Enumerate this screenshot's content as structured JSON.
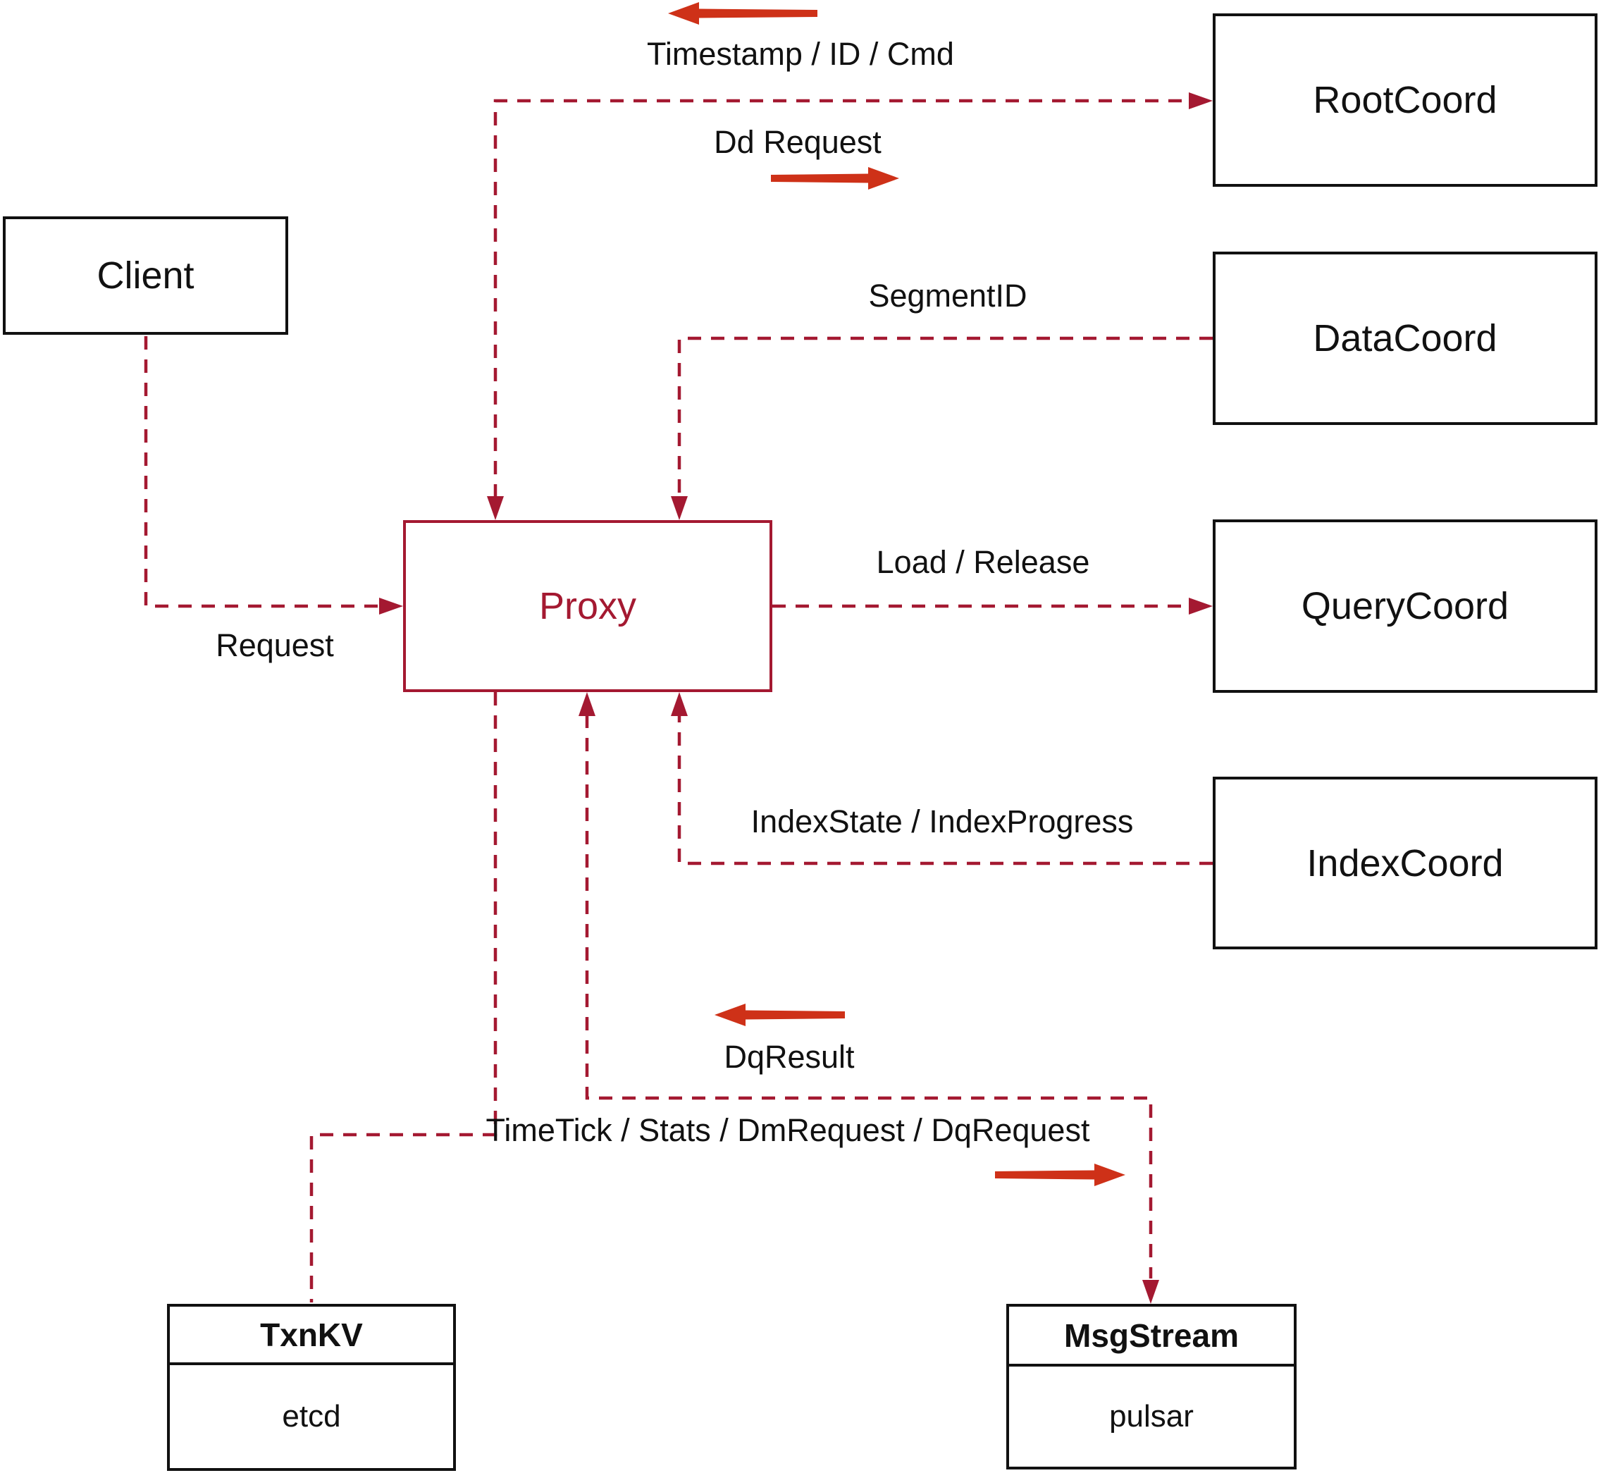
{
  "diagram": {
    "title": "Proxy interaction diagram",
    "nodes": {
      "client": {
        "label": "Client"
      },
      "proxy": {
        "label": "Proxy"
      },
      "root_coord": {
        "label": "RootCoord"
      },
      "data_coord": {
        "label": "DataCoord"
      },
      "query_coord": {
        "label": "QueryCoord"
      },
      "index_coord": {
        "label": "IndexCoord"
      },
      "txn_kv": {
        "label": "TxnKV",
        "sublabel": "etcd"
      },
      "msg_stream": {
        "label": "MsgStream",
        "sublabel": "pulsar"
      }
    },
    "edges": [
      {
        "from": "client",
        "to": "proxy",
        "label": "Request",
        "arrows": "into-proxy"
      },
      {
        "from": "proxy",
        "to": "root_coord",
        "label": "Timestamp / ID / Cmd | Dd Request",
        "arrows": "both"
      },
      {
        "from": "data_coord",
        "to": "proxy",
        "label": "SegmentID",
        "arrows": "into-proxy"
      },
      {
        "from": "proxy",
        "to": "query_coord",
        "label": "Load / Release",
        "arrows": "into-querycoord"
      },
      {
        "from": "index_coord",
        "to": "proxy",
        "label": "IndexState / IndexProgress",
        "arrows": "into-proxy"
      },
      {
        "from": "proxy",
        "to": "txn_kv",
        "label": "",
        "arrows": "none"
      },
      {
        "from": "proxy",
        "to": "msg_stream",
        "label": "DqResult | TimeTick / Stats / DmRequest / DqRequest",
        "arrows": "both"
      }
    ],
    "edge_labels": {
      "timestamp_id_cmd": "Timestamp / ID / Cmd",
      "dd_request": "Dd Request",
      "segment_id": "SegmentID",
      "request": "Request",
      "load_release": "Load / Release",
      "index_state": "IndexState / IndexProgress",
      "dq_result": "DqResult",
      "time_tick": "TimeTick / Stats / DmRequest / DqRequest"
    },
    "colors": {
      "line": "#A41931",
      "block_arrow": "#CE3118",
      "node_border": "#111111",
      "node_text": "#111111",
      "proxy": "#A41931",
      "background": "#FFFFFF"
    }
  }
}
